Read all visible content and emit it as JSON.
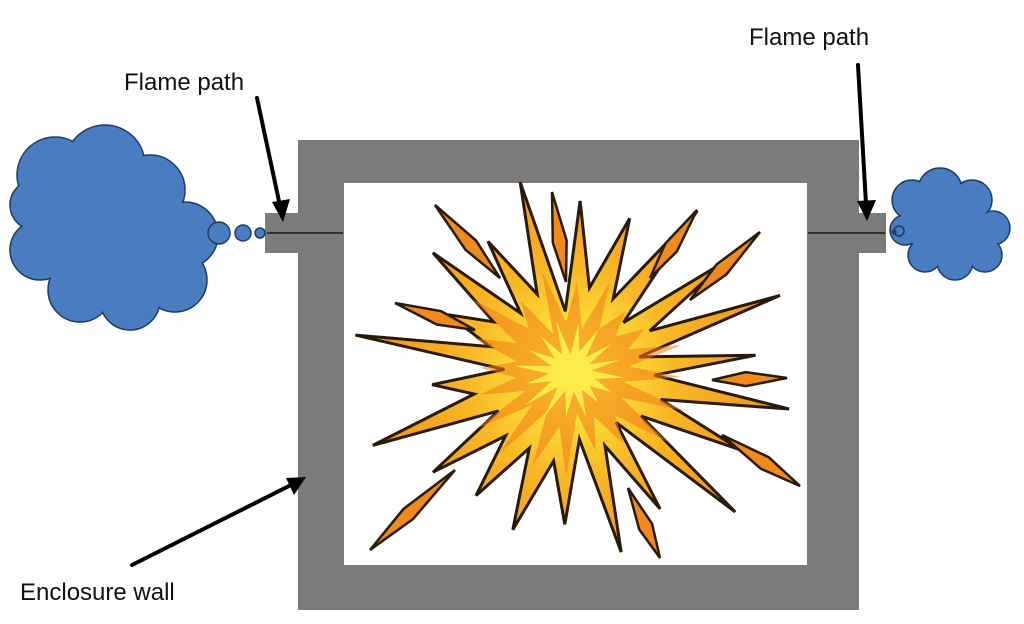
{
  "labels": {
    "flame_path_left": "Flame path",
    "flame_path_right": "Flame path",
    "enclosure_wall": "Enclosure wall"
  },
  "colors": {
    "wall": "#7b7b7b",
    "cloud_fill": "#4a7cc0",
    "cloud_stroke": "#1e3a66",
    "arrow": "#000000",
    "blast_outer": "#f6a21e",
    "blast_inner": "#fff44d",
    "blast_outline": "#2a1a0a"
  },
  "icons": {
    "left_cloud": "smoke-cloud-icon",
    "right_cloud": "smoke-cloud-icon",
    "explosion": "explosion-burst-icon"
  }
}
